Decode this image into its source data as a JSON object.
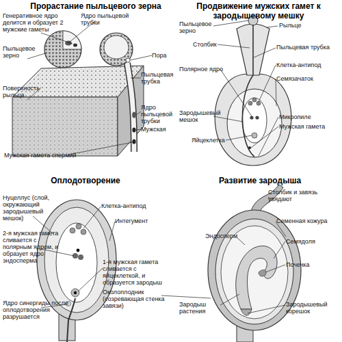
{
  "diagram": {
    "labels": [
      "Прорастание пыльцевого зерна",
      "Генеративное ядро делится и образует 2 мужские гаметы",
      "Ядро пыльцевой трубки",
      "Пора",
      "Пыльцевое зерно",
      "Пыльцевая трубка",
      "Поверхность рыльца",
      "Ядро пыльцевой трубки",
      "Мужская",
      "Мужская гамета спермий",
      "Продвижение мужских гамет к зародышевому мешку",
      "Пыльцевое зерно",
      "Рыльце",
      "Столбик",
      "Пыльцевая трубка",
      "Полярное ядро",
      "Клетка-антипод",
      "Семязачаток",
      "Микропиле",
      "Зародышевый мешок",
      "Мужская гамета",
      "Яйцеклетка",
      "Оплодотворение",
      "Нуцеллус (слой, окружающий зародышевый мешок)",
      "Клетка-антипод",
      "Интегумент",
      "2-я мужская гамета сливается с полярным ядром, и образует ядро эндосперма",
      "1-я мужская гамета сливается с яйцеклеткой, и образуется зародыш",
      "Околоплодник (созревающая стенка завязи)",
      "Ядро синергиды после оплодотворения разрушается",
      "Развитие зародыша",
      "Столбик и завязь увядают",
      "Семенная кожура",
      "Эндосперм",
      "Семядоля",
      "Почечка",
      "Зародыш растения",
      "Зародышевый корешок"
    ]
  }
}
